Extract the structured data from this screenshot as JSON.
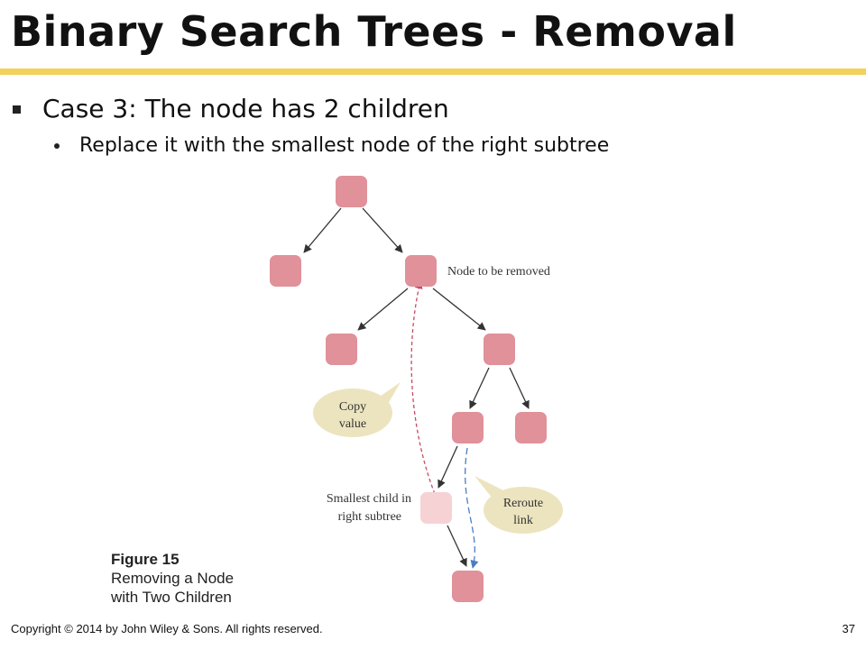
{
  "slide": {
    "title": "Binary Search Trees - Removal",
    "bullet_level1": "Case 3: The node has 2 children",
    "bullet_level2": "Replace it with the smallest node of the right subtree",
    "accent_color": "#f2d25a"
  },
  "diagram": {
    "node_color": "#e0919a",
    "highlight_node_color": "#f6d2d4",
    "callout_color": "#ece4bf",
    "copy_arrow_color": "#c84a64",
    "reroute_arrow_color": "#4a7ec4",
    "label_node_removed": "Node to be removed",
    "label_smallest_line1": "Smallest child in",
    "label_smallest_line2": "right subtree",
    "callout_copy_line1": "Copy",
    "callout_copy_line2": "value",
    "callout_reroute_line1": "Reroute",
    "callout_reroute_line2": "link"
  },
  "figure": {
    "number": "Figure 15",
    "caption_line1": "Removing a Node",
    "caption_line2": "with Two Children"
  },
  "footer": {
    "copyright": "Copyright © 2014 by John Wiley & Sons.  All rights reserved.",
    "page_number": "37"
  }
}
